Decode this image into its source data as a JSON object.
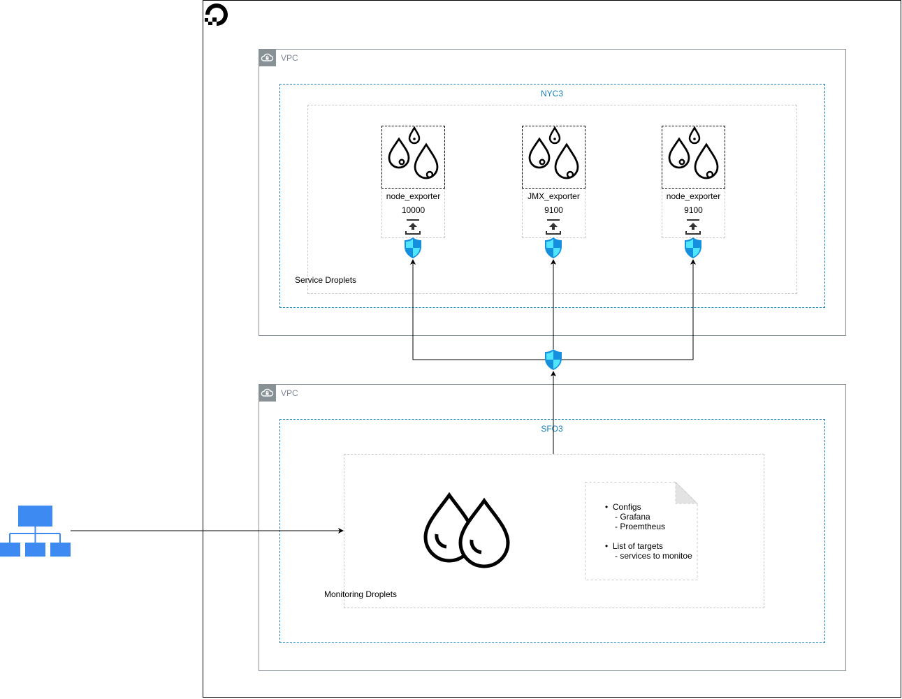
{
  "diagram": {
    "vpc_top": {
      "label": "VPC"
    },
    "vpc_bottom": {
      "label": "VPC"
    },
    "region_top": {
      "label": "NYC3"
    },
    "region_bottom": {
      "label": "SFO3"
    },
    "service_group": {
      "label": "Service Droplets"
    },
    "monitoring_group": {
      "label": "Monitoring Droplets"
    },
    "droplets": [
      {
        "name": "node_exporter",
        "port": "10000"
      },
      {
        "name": "JMX_exporter",
        "port": "9100"
      },
      {
        "name": "node_exporter",
        "port": "9100"
      }
    ],
    "note": {
      "item1_title": "Configs",
      "item1_line1": "- Grafana",
      "item1_line2": "- Proemtheus",
      "item2_title": "List of targets",
      "item2_line1": "- services to monitoe"
    },
    "icons": {
      "logo": "digitalocean-logo-icon",
      "cloud": "vpc-cloud-icon",
      "droplets": "droplets-icon",
      "upload": "upload-icon",
      "shield": "firewall-shield-icon",
      "network": "network-hierarchy-icon"
    },
    "colors": {
      "vpc_border": "#879196",
      "region_border": "#147eba",
      "network_icon": "#3d8bf2",
      "shield_light": "#50e6ff",
      "shield_dark": "#1490df"
    }
  }
}
